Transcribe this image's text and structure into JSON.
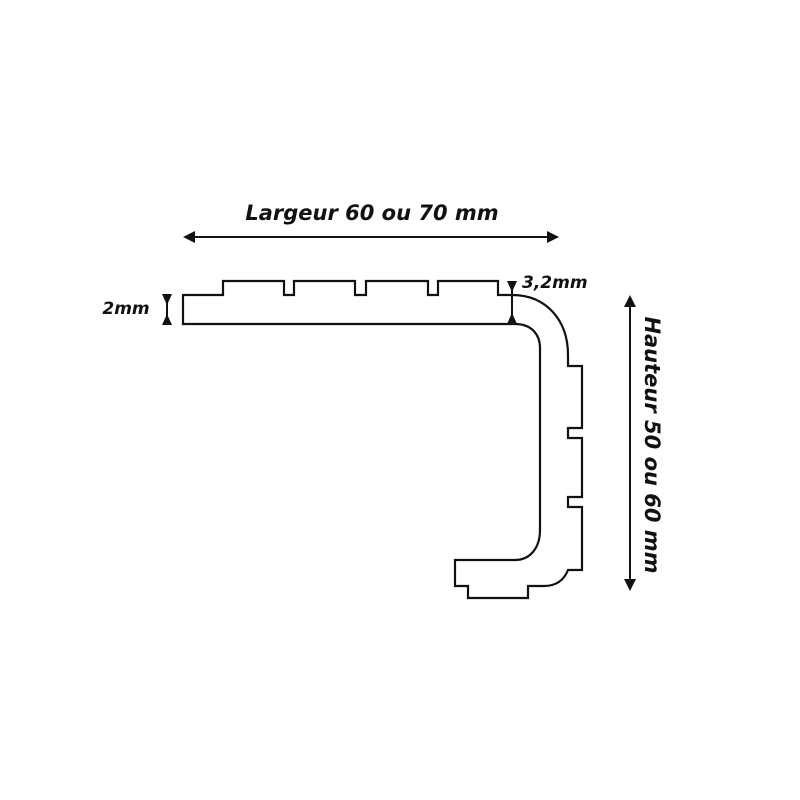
{
  "labels": {
    "width": "Largeur 60 ou 70 mm",
    "height": "Hauteur 50 ou 60 mm",
    "thickness": "2mm",
    "nose": "3,2mm"
  },
  "colors": {
    "stroke": "#111111",
    "background": "#ffffff"
  }
}
